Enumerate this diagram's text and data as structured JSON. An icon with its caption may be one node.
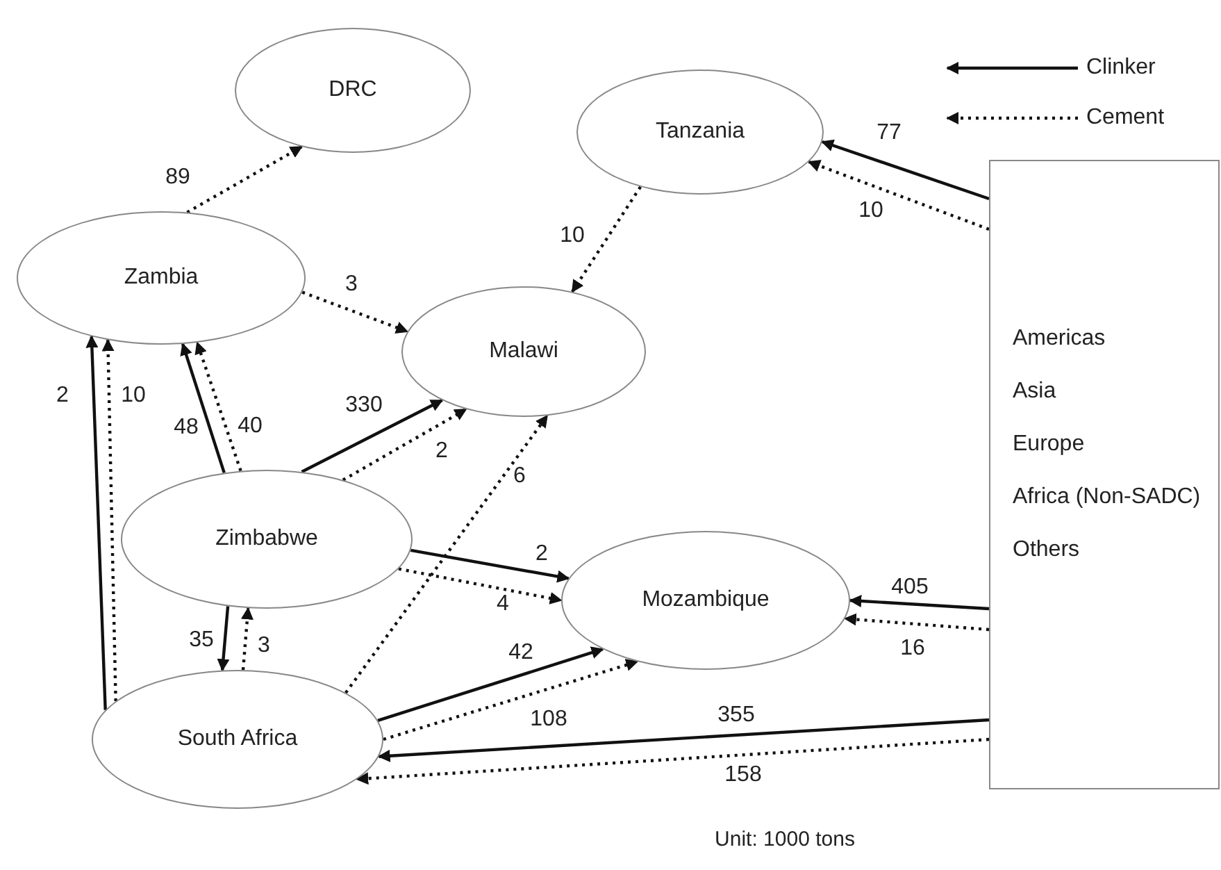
{
  "diagram": {
    "nodes": [
      {
        "text": [
          "DRC"
        ]
      },
      {
        "text": [
          "Tanzania"
        ]
      },
      {
        "text": [
          "Zambia"
        ]
      },
      {
        "text": [
          "Malawi"
        ]
      },
      {
        "text": [
          "Zimbabwe"
        ]
      },
      {
        "text": [
          "Mozambique"
        ]
      },
      {
        "text": [
          "South Africa"
        ]
      },
      {
        "text": [
          "Americas",
          "Asia",
          "Europe",
          "Africa (Non-SADC)",
          "Others"
        ]
      }
    ],
    "edges": [
      {
        "from": 2,
        "to": 0,
        "arrow": "to",
        "label": "89",
        "style": "dashed"
      },
      {
        "from": 1,
        "to": 3,
        "arrow": "to",
        "label": "10",
        "style": "dashed"
      },
      {
        "from": 2,
        "to": 3,
        "arrow": "to",
        "label": "3",
        "style": "dashed"
      },
      {
        "from": 6,
        "to": 2,
        "arrow": "to",
        "label": "2"
      },
      {
        "from": 6,
        "to": 2,
        "arrow": "to",
        "label": "10",
        "style": "dashed"
      },
      {
        "from": 4,
        "to": 2,
        "arrow": "to",
        "label": "48"
      },
      {
        "from": 4,
        "to": 2,
        "arrow": "to",
        "label": "40",
        "style": "dashed"
      },
      {
        "from": 4,
        "to": 3,
        "arrow": "to",
        "label": "330"
      },
      {
        "from": 4,
        "to": 3,
        "arrow": "to",
        "label": "2",
        "style": "dashed"
      },
      {
        "from": 6,
        "to": 3,
        "arrow": "to",
        "label": "6",
        "style": "dashed"
      },
      {
        "from": 4,
        "to": 5,
        "arrow": "to",
        "label": "2"
      },
      {
        "from": 4,
        "to": 5,
        "arrow": "to",
        "label": "4",
        "style": "dashed"
      },
      {
        "from": 4,
        "to": 6,
        "arrow": "to",
        "label": "35"
      },
      {
        "from": 6,
        "to": 4,
        "arrow": "to",
        "label": "3",
        "style": "dashed"
      },
      {
        "from": 6,
        "to": 5,
        "arrow": "to",
        "label": "42"
      },
      {
        "from": 6,
        "to": 5,
        "arrow": "to",
        "label": "108",
        "style": "dashed"
      },
      {
        "from": 7,
        "to": 1,
        "arrow": "to",
        "label": "77"
      },
      {
        "from": 7,
        "to": 1,
        "arrow": "to",
        "label": "10",
        "style": "dashed"
      },
      {
        "from": 7,
        "to": 5,
        "arrow": "to",
        "label": "405"
      },
      {
        "from": 7,
        "to": 5,
        "arrow": "to",
        "label": "16",
        "style": "dashed"
      },
      {
        "from": 7,
        "to": 6,
        "arrow": "to",
        "label": "355"
      },
      {
        "from": 7,
        "to": 6,
        "arrow": "to",
        "label": "158",
        "style": "dashed"
      }
    ],
    "labels": [
      "Unit: 1000 tons"
    ],
    "legend": [
      {
        "text": "Clinker"
      },
      {
        "text": "Cement"
      }
    ]
  }
}
